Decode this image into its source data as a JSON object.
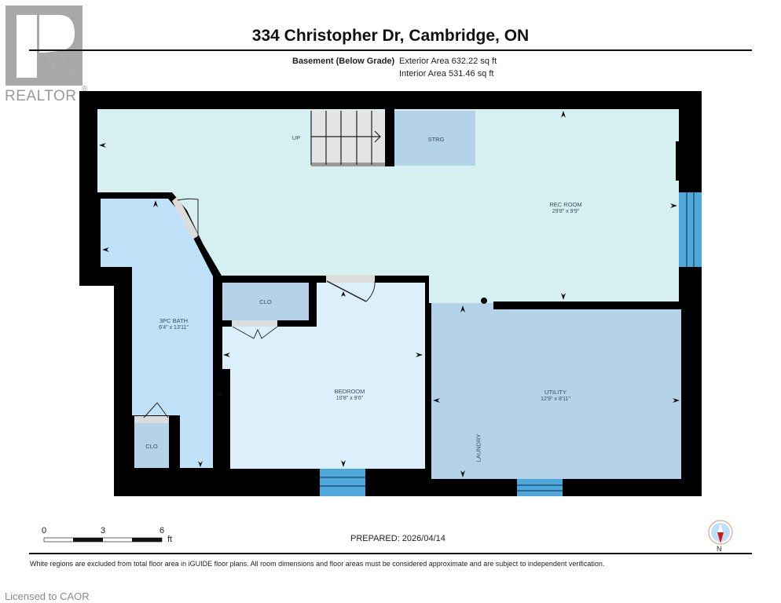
{
  "header": {
    "logo_text": "REALTOR",
    "logo_registered": "®",
    "title": "334 Christopher Dr, Cambridge, ON",
    "level": "Basement (Below Grade)",
    "exterior_area": "Exterior Area 632.22 sq ft",
    "interior_area": "Interior Area 531.46 sq ft"
  },
  "rooms": {
    "rec_room": {
      "name": "REC ROOM",
      "dims": "29'8\" x 9'9\""
    },
    "bath": {
      "name": "3PC BATH",
      "dims": "6'4\" x 13'11\""
    },
    "bedroom": {
      "name": "BEDROOM",
      "dims": "10'8\" x 9'6\""
    },
    "utility": {
      "name": "UTILITY",
      "dims": "12'9\" x 8'11\""
    },
    "storage": {
      "name": "STRG"
    },
    "closet_bedroom": {
      "name": "CLO"
    },
    "closet_bath": {
      "name": "CLO"
    },
    "stairs": {
      "name": "UP"
    },
    "laundry": {
      "name": "LAUNDRY"
    }
  },
  "colors": {
    "rec_room": "#d6f0f2",
    "bath": "#bfe2f8",
    "bedroom": "#dcf0fb",
    "utility": "#b4d3e8",
    "storage": "#b4d3e8",
    "closet": "#b4d3e8",
    "wall": "#000000",
    "window": "#4fa8dc",
    "door": "#dcdcdc"
  },
  "footer": {
    "scale_labels": [
      "0",
      "3",
      "6"
    ],
    "scale_unit": "ft",
    "prepared": "PREPARED: 2026/04/14",
    "compass_label": "N",
    "disclaimer": "White regions are excluded from total floor area in iGUIDE floor plans. All room dimensions and floor areas must be considered approximate and are subject to independent verification.",
    "licensed": "Licensed to CAOR"
  }
}
